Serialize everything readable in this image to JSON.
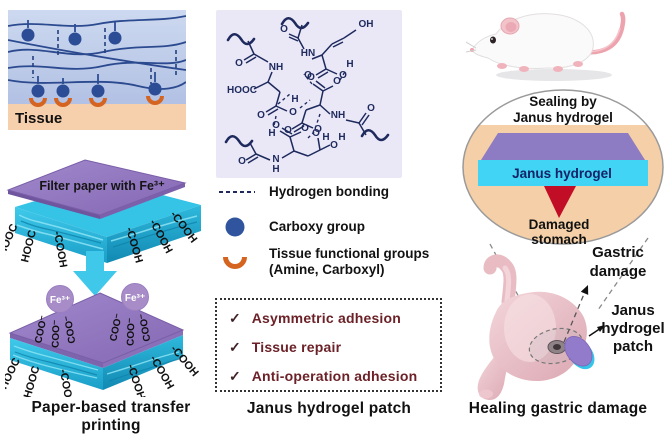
{
  "figure": {
    "panel_tissue": {
      "label": "Tissue"
    },
    "panel_printing": {
      "filter_paper_label": "Filter paper with Fe³⁺",
      "fe_ion": "Fe³⁺",
      "cooh": "-COOH",
      "hooc": "HOOC",
      "coo": "COO⁻",
      "caption": "Paper-based transfer printing"
    },
    "panel_chemistry": {
      "atoms": {
        "oh": "OH",
        "o": "O",
        "h": "H",
        "n": "N",
        "nh": "NH",
        "hn": "HN",
        "hooc": "HOOC"
      }
    },
    "legend": {
      "hydrogen_bonding": "Hydrogen bonding",
      "carboxy_group": "Carboxy group",
      "tissue_groups_line1": "Tissue functional groups",
      "tissue_groups_line2": "(Amine, Carboxyl)"
    },
    "checklist": {
      "check": "✓",
      "items": [
        "Asymmetric adhesion",
        "Tissue repair",
        "Anti-operation adhesion"
      ],
      "caption": "Janus hydrogel patch"
    },
    "panel_healing": {
      "sealing_line1": "Sealing by",
      "sealing_line2": "Janus hydrogel",
      "band_label": "Janus hydrogel",
      "damaged_line1": "Damaged",
      "damaged_line2": "stomach",
      "gastric_line1": "Gastric",
      "gastric_line2": "damage",
      "patch_line1": "Janus",
      "patch_line2": "hydrogel",
      "patch_line3": "patch",
      "caption": "Healing gastric damage"
    }
  },
  "colors": {
    "network_navy": "#2b4a8f",
    "carboxy_blue": "#30549e",
    "tissue_orange": "#d4641f",
    "tissue_peach": "#f6cfad",
    "paper_purple": "#9377c2",
    "hydrogel_cyan": "#3cc7e9",
    "chem_lavender": "#eae8f6",
    "chem_navy": "#1e2a5e",
    "checklist_maroon": "#6b2127",
    "wedge_red": "#c10d25",
    "stomach_pink": "#e9bcc4",
    "fe_circle_purple": "#a78cc8"
  }
}
